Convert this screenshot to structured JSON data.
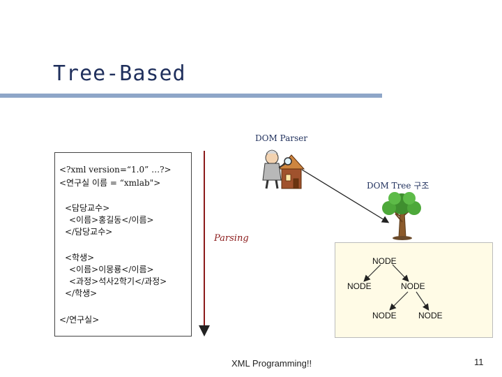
{
  "slide": {
    "title": "Tree-Based",
    "footer": "XML Programming!!",
    "page_number": "11"
  },
  "diagram": {
    "parser_label": "DOM Parser",
    "tree_label": "DOM Tree 구조",
    "parsing_label": "Parsing",
    "xml_lines": [
      "<?xml version=“1.0” …?>",
      "<연구실 이름 = “xmlab\">",
      "<담당교수>",
      "<이름>홍길동</이름>",
      "</담당교수>",
      "<학생>",
      "<이름>이몽룡</이름>",
      "<과정>석사2학기</과정>",
      "</학생>",
      "</연구실>"
    ],
    "nodes": [
      "NODE",
      "NODE",
      "NODE",
      "NODE",
      "NODE"
    ],
    "colors": {
      "title": "#1f2f5c",
      "title_rule": "#8ea6c8",
      "parsing": "#8b1a1a",
      "arrow_down": "#8b1a1a",
      "node_box_fill": "#fffbe6"
    },
    "icons": [
      "dom-parser-clipart-icon",
      "tree-clipart-icon"
    ]
  }
}
